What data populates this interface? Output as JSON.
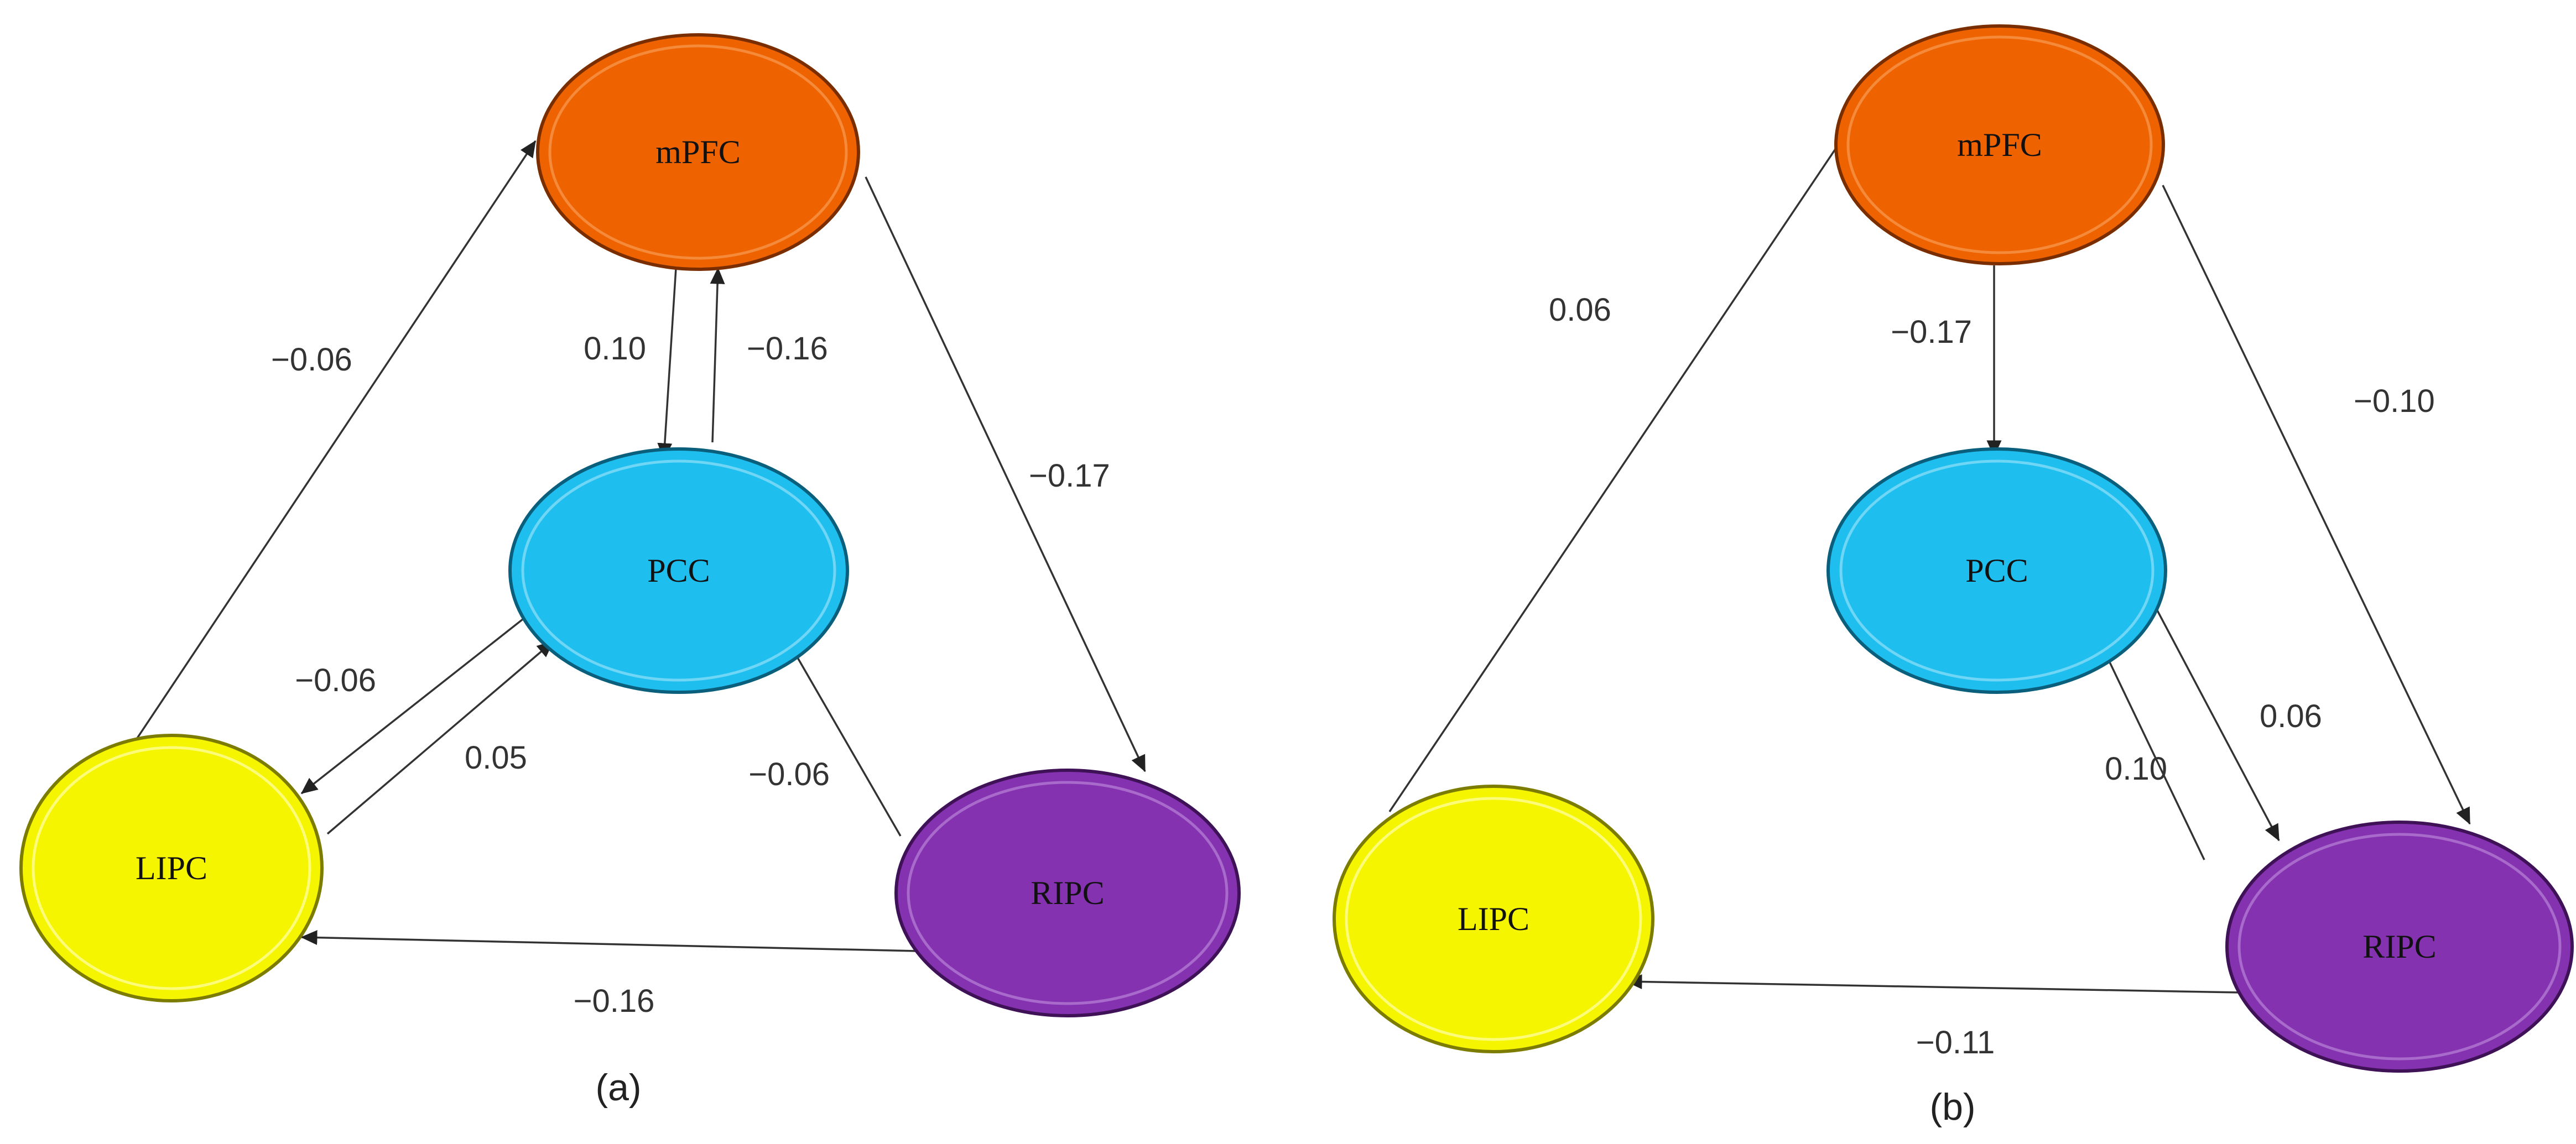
{
  "panels": [
    {
      "id": "a",
      "caption": "(a)",
      "nodes": [
        {
          "id": "mPFC",
          "label": "mPFC",
          "color": "#EE6200"
        },
        {
          "id": "PCC",
          "label": "PCC",
          "color": "#1EBEEF"
        },
        {
          "id": "LIPC",
          "label": "LIPC",
          "color": "#F5F500"
        },
        {
          "id": "RIPC",
          "label": "RIPC",
          "color": "#8432B0"
        }
      ],
      "edges": [
        {
          "from": "LIPC",
          "to": "mPFC",
          "label": "−0.06"
        },
        {
          "from": "mPFC",
          "to": "PCC",
          "label": "0.10"
        },
        {
          "from": "PCC",
          "to": "mPFC",
          "label": "−0.16"
        },
        {
          "from": "mPFC",
          "to": "RIPC",
          "label": "−0.17"
        },
        {
          "from": "PCC",
          "to": "LIPC",
          "label": "−0.06"
        },
        {
          "from": "LIPC",
          "to": "PCC",
          "label": "0.05"
        },
        {
          "from": "RIPC",
          "to": "PCC",
          "label": "−0.06"
        },
        {
          "from": "RIPC",
          "to": "LIPC",
          "label": "−0.16"
        }
      ]
    },
    {
      "id": "b",
      "caption": "(b)",
      "nodes": [
        {
          "id": "mPFC",
          "label": "mPFC",
          "color": "#EE6200"
        },
        {
          "id": "PCC",
          "label": "PCC",
          "color": "#1EBEEF"
        },
        {
          "id": "LIPC",
          "label": "LIPC",
          "color": "#F5F500"
        },
        {
          "id": "RIPC",
          "label": "RIPC",
          "color": "#8432B0"
        }
      ],
      "edges": [
        {
          "from": "LIPC",
          "to": "mPFC",
          "label": "0.06"
        },
        {
          "from": "mPFC",
          "to": "PCC",
          "label": "−0.17"
        },
        {
          "from": "mPFC",
          "to": "RIPC",
          "label": "−0.10"
        },
        {
          "from": "PCC",
          "to": "RIPC",
          "label": "0.06"
        },
        {
          "from": "RIPC",
          "to": "PCC",
          "label": "0.10"
        },
        {
          "from": "RIPC",
          "to": "LIPC",
          "label": "−0.11"
        }
      ]
    }
  ]
}
